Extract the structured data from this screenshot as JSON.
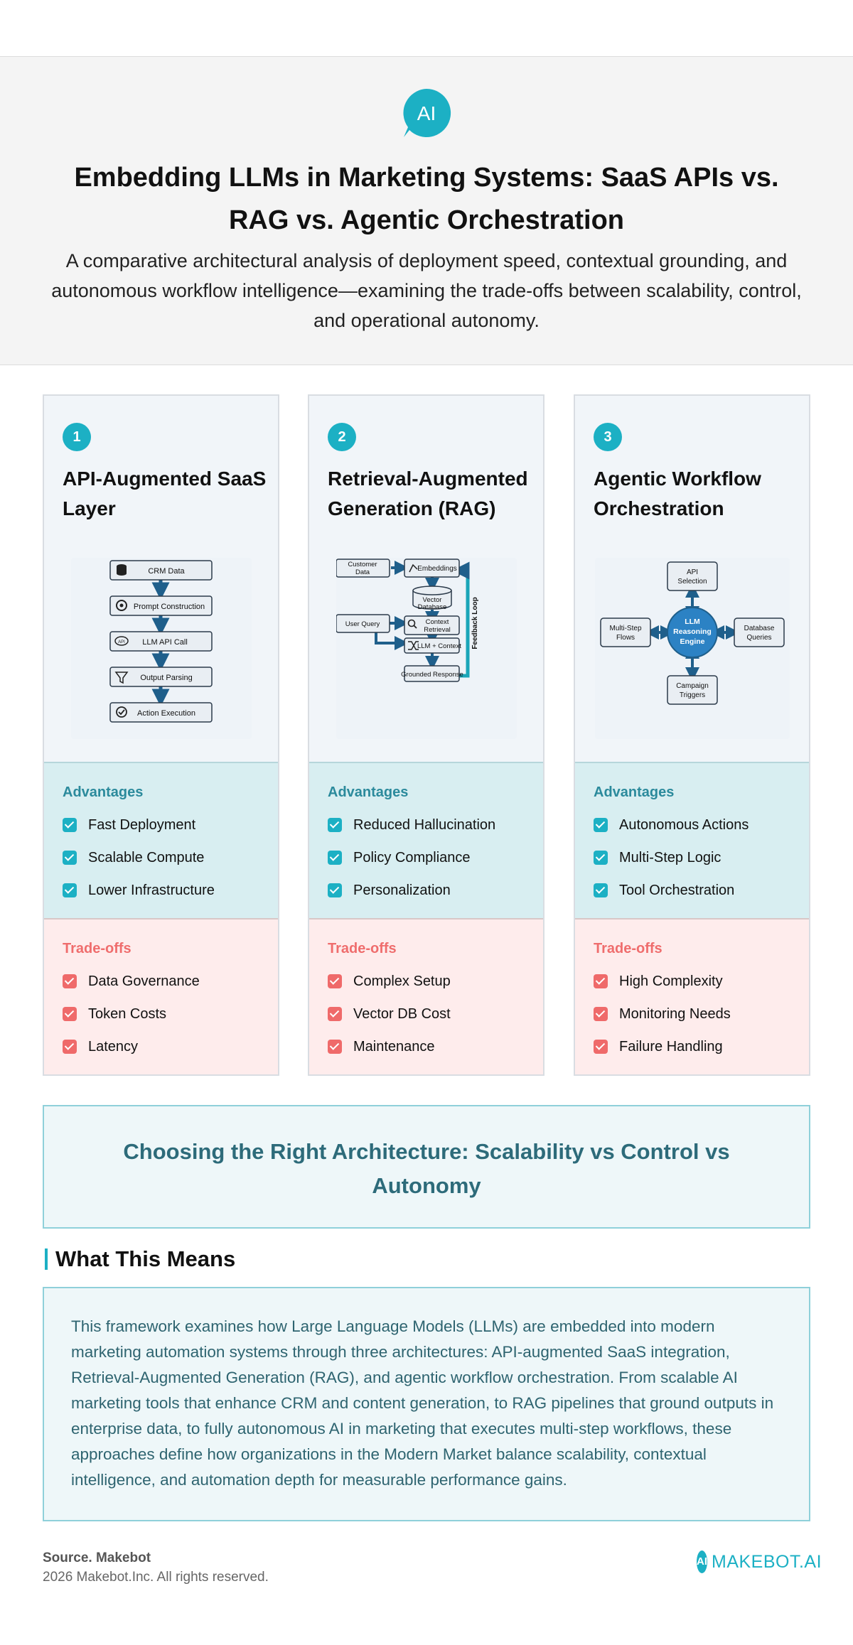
{
  "header": {
    "title": "Embedding LLMs in Marketing Systems: SaaS APIs vs. RAG vs. Agentic Orchestration",
    "subtitle": "A comparative architectural analysis of deployment speed, contextual grounding, and autonomous workflow intelligence—examining the trade-offs between scalability, control, and operational autonomy.",
    "logo_glyph": "AI",
    "accent_color": "#1cb0c4"
  },
  "cards": [
    {
      "number": "1",
      "title": "API-Augmented SaaS Layer",
      "diagram": {
        "nodes": [
          "CRM Data",
          "Prompt Construction",
          "LLM API Call",
          "Output Parsing",
          "Action Execution"
        ],
        "api_glyph": "API",
        "icons": [
          "database-icon",
          "gear-icon",
          "cloud-api-icon",
          "filter-icon",
          "check-circle-icon"
        ]
      },
      "advantages_label": "Advantages",
      "advantages": [
        "Fast Deployment",
        "Scalable Compute",
        "Lower Infrastructure"
      ],
      "tradeoffs_label": "Trade-offs",
      "tradeoffs": [
        "Data Governance",
        "Token Costs",
        "Latency"
      ]
    },
    {
      "number": "2",
      "title": "Retrieval-Augmented Generation (RAG)",
      "diagram": {
        "customer_data": [
          "Customer",
          "Data"
        ],
        "embeddings": "Embeddings",
        "vector_db": [
          "Vector",
          "Database"
        ],
        "user_query": "User Query",
        "context_retrieval": [
          "Context",
          "Retrieval"
        ],
        "llm_context": "LLM + Context",
        "grounded_response": "Grounded Response",
        "feedback_loop": "Feedback Loop"
      },
      "advantages_label": "Advantages",
      "advantages": [
        "Reduced Hallucination",
        "Policy Compliance",
        "Personalization"
      ],
      "tradeoffs_label": "Trade-offs",
      "tradeoffs": [
        "Complex Setup",
        "Vector DB Cost",
        "Maintenance"
      ]
    },
    {
      "number": "3",
      "title": "Agentic Workflow Orchestration",
      "diagram": {
        "center": [
          "LLM",
          "Reasoning",
          "Engine"
        ],
        "top": [
          "API",
          "Selection"
        ],
        "left": [
          "Multi-Step",
          "Flows"
        ],
        "right": [
          "Database",
          "Queries"
        ],
        "bottom": [
          "Campaign",
          "Triggers"
        ]
      },
      "advantages_label": "Advantages",
      "advantages": [
        "Autonomous Actions",
        "Multi-Step Logic",
        "Tool Orchestration"
      ],
      "tradeoffs_label": "Trade-offs",
      "tradeoffs": [
        "High Complexity",
        "Monitoring Needs",
        "Failure Handling"
      ]
    }
  ],
  "choose": {
    "text": "Choosing the Right Architecture: Scalability vs Control vs Autonomy"
  },
  "means": {
    "title": "What This Means",
    "text": "This framework examines how Large Language Models (LLMs) are embedded into modern marketing automation systems through three architectures: API-augmented SaaS integration, Retrieval-Augmented Generation (RAG), and agentic workflow orchestration. From scalable AI marketing tools that enhance CRM and content generation, to RAG pipelines that ground outputs in enterprise data, to fully autonomous AI in marketing that executes multi-step workflows, these approaches define how organizations in the Modern Market balance scalability, contextual intelligence, and automation depth for measurable performance gains."
  },
  "footer": {
    "source": "Source. Makebot",
    "copyright": "2026 Makebot.Inc. All rights reserved.",
    "logo_mark": "AI",
    "logo_word": "MAKEBOT.AI"
  }
}
